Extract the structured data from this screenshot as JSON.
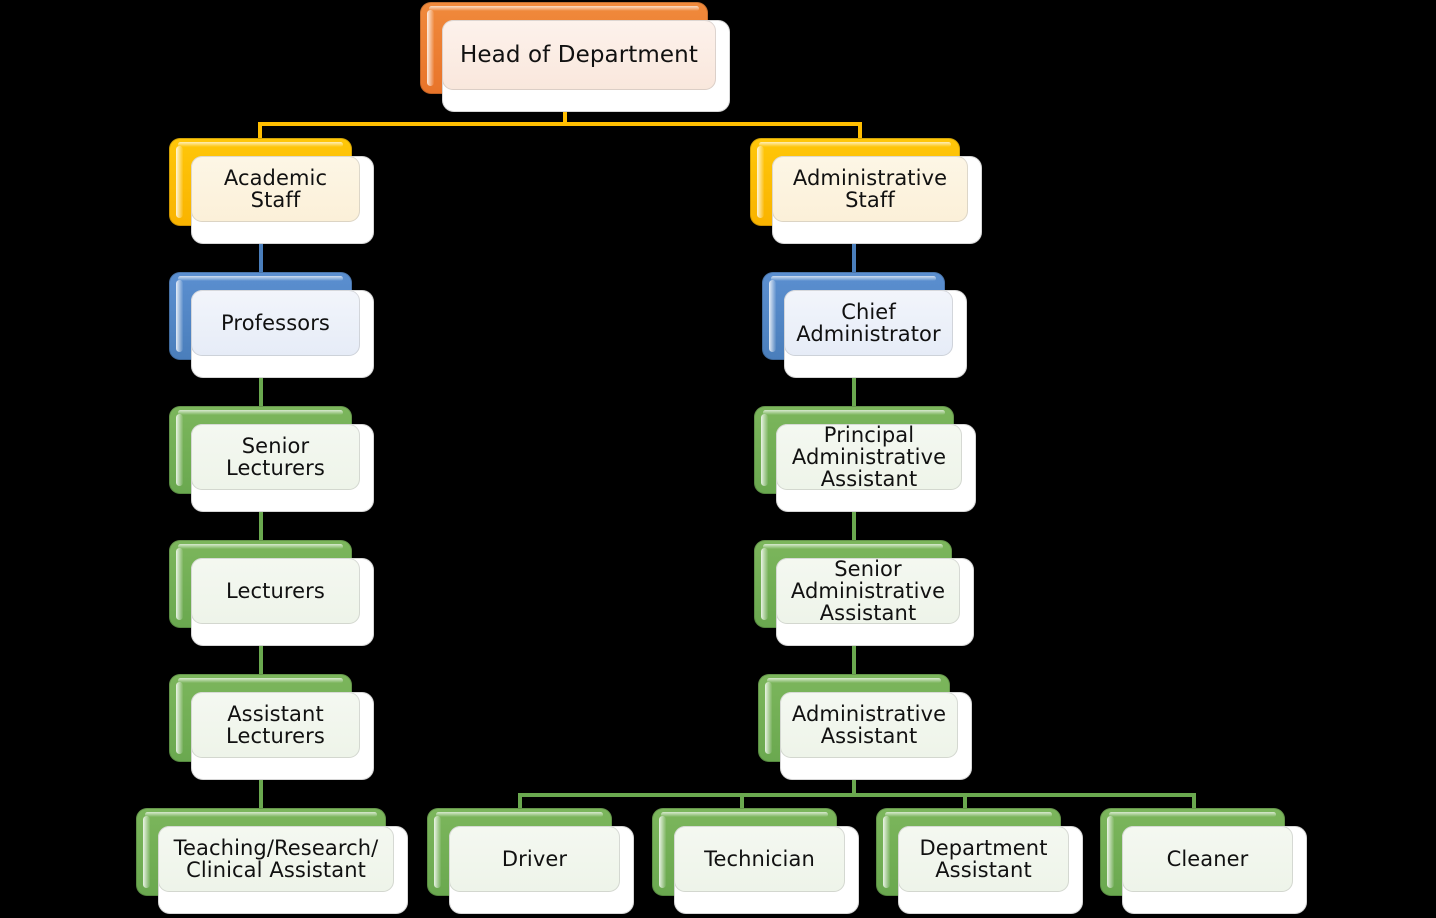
{
  "chart_data": {
    "type": "diagram",
    "title": "Department Organisational Chart",
    "orientation": "top-down",
    "background": "#000000",
    "levels": 7,
    "nodes": [
      {
        "id": "head",
        "label": "Head of Department",
        "theme": "orange",
        "level": 0,
        "parent": null
      },
      {
        "id": "academic",
        "label": "Academic\nStaff",
        "theme": "gold",
        "level": 1,
        "parent": "head"
      },
      {
        "id": "admin",
        "label": "Administrative\nStaff",
        "theme": "gold",
        "level": 1,
        "parent": "head"
      },
      {
        "id": "professors",
        "label": "Professors",
        "theme": "blue",
        "level": 2,
        "parent": "academic"
      },
      {
        "id": "chiefadmin",
        "label": "Chief\nAdministrator",
        "theme": "blue",
        "level": 2,
        "parent": "admin"
      },
      {
        "id": "seniorlect",
        "label": "Senior\nLecturers",
        "theme": "green",
        "level": 3,
        "parent": "professors"
      },
      {
        "id": "prinadmin",
        "label": "Principal\nAdministrative\nAssistant",
        "theme": "green",
        "level": 3,
        "parent": "chiefadmin"
      },
      {
        "id": "lecturers",
        "label": "Lecturers",
        "theme": "green",
        "level": 4,
        "parent": "seniorlect"
      },
      {
        "id": "senioradmin",
        "label": "Senior\nAdministrative\nAssistant",
        "theme": "green",
        "level": 4,
        "parent": "prinadmin"
      },
      {
        "id": "asstlect",
        "label": "Assistant\nLecturers",
        "theme": "green",
        "level": 5,
        "parent": "lecturers"
      },
      {
        "id": "adminasst",
        "label": "Administrative\nAssistant",
        "theme": "green",
        "level": 5,
        "parent": "senioradmin"
      },
      {
        "id": "teaching",
        "label": "Teaching/Research/\nClinical Assistant",
        "theme": "green",
        "level": 6,
        "parent": "asstlect"
      },
      {
        "id": "driver",
        "label": "Driver",
        "theme": "green",
        "level": 6,
        "parent": "adminasst"
      },
      {
        "id": "technician",
        "label": "Technician",
        "theme": "green",
        "level": 6,
        "parent": "adminasst"
      },
      {
        "id": "deptasst",
        "label": "Department\nAssistant",
        "theme": "green",
        "level": 6,
        "parent": "adminasst"
      },
      {
        "id": "cleaner",
        "label": "Cleaner",
        "theme": "green",
        "level": 6,
        "parent": "adminasst"
      }
    ],
    "connector_colors": {
      "head_to_staff": "#ffbe00",
      "staff_to_chief": "#4a7ebb",
      "lower_levels": "#6aa84f"
    }
  },
  "nodes": {
    "head": {
      "label": "Head of Department"
    },
    "academic": {
      "label": "Academic\nStaff"
    },
    "admin": {
      "label": "Administrative\nStaff"
    },
    "professors": {
      "label": "Professors"
    },
    "chiefadmin": {
      "label": "Chief\nAdministrator"
    },
    "seniorlect": {
      "label": "Senior\nLecturers"
    },
    "prinadmin": {
      "label": "Principal\nAdministrative\nAssistant"
    },
    "lecturers": {
      "label": "Lecturers"
    },
    "senioradmin": {
      "label": "Senior\nAdministrative\nAssistant"
    },
    "asstlect": {
      "label": "Assistant\nLecturers"
    },
    "adminasst": {
      "label": "Administrative\nAssistant"
    },
    "teaching": {
      "label": "Teaching/Research/\nClinical Assistant"
    },
    "driver": {
      "label": "Driver"
    },
    "technician": {
      "label": "Technician"
    },
    "deptasst": {
      "label": "Department\nAssistant"
    },
    "cleaner": {
      "label": "Cleaner"
    }
  }
}
